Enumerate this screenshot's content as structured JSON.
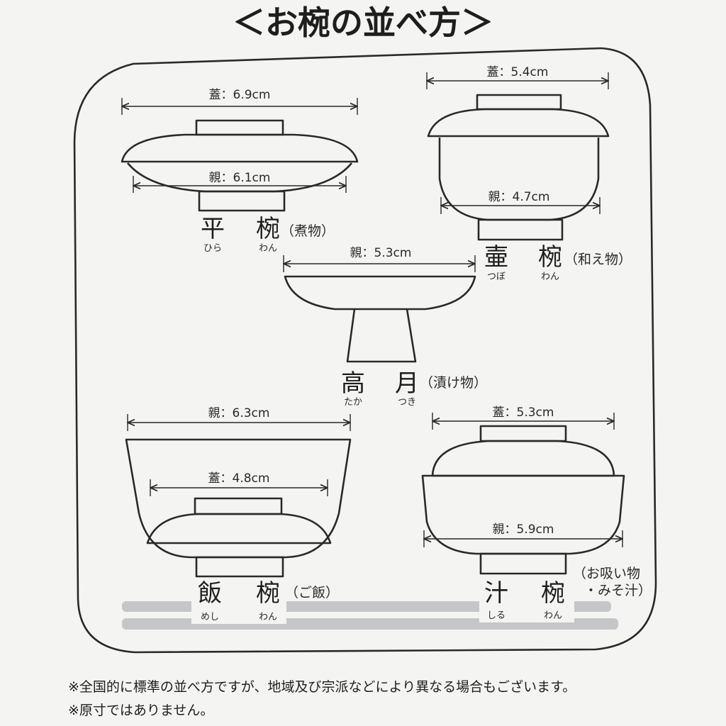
{
  "title": "＜お椀の並べ方＞",
  "bowls": {
    "hira": {
      "lid_dim": "蓋：6.9cm",
      "body_dim": "親：6.1cm",
      "name_1": "平",
      "name_2": "椀",
      "ruby_1": "ひら",
      "ruby_2": "わん",
      "use": "（煮物）"
    },
    "tsubo": {
      "lid_dim": "蓋：5.4cm",
      "body_dim": "親：4.7cm",
      "name_1": "壷",
      "name_2": "椀",
      "ruby_1": "つぼ",
      "ruby_2": "わん",
      "use": "（和え物）"
    },
    "takatsuki": {
      "body_dim": "親：5.3cm",
      "name_1": "高",
      "name_2": "月",
      "ruby_1": "たか",
      "ruby_2": "つき",
      "use": "（漬け物）"
    },
    "han": {
      "body_dim": "親：6.3cm",
      "lid_dim": "蓋：4.8cm",
      "name_1": "飯",
      "name_2": "椀",
      "ruby_1": "めし",
      "ruby_2": "わん",
      "use": "（ご飯）"
    },
    "shiru": {
      "lid_dim": "蓋：5.3cm",
      "body_dim": "親：5.9cm",
      "name_1": "汁",
      "name_2": "椀",
      "ruby_1": "しる",
      "ruby_2": "わん",
      "use_1": "（お吸い物",
      "use_2": "・みそ汁）"
    }
  },
  "notes": [
    "※全国的に標準の並べ方ですが、地域及び宗派などにより異なる場合もございます。",
    "※原寸ではありません。"
  ],
  "colors": {
    "line": "#2a2a2a",
    "chopsticks": "#c4c6c8",
    "background": "#f4f4f2"
  }
}
